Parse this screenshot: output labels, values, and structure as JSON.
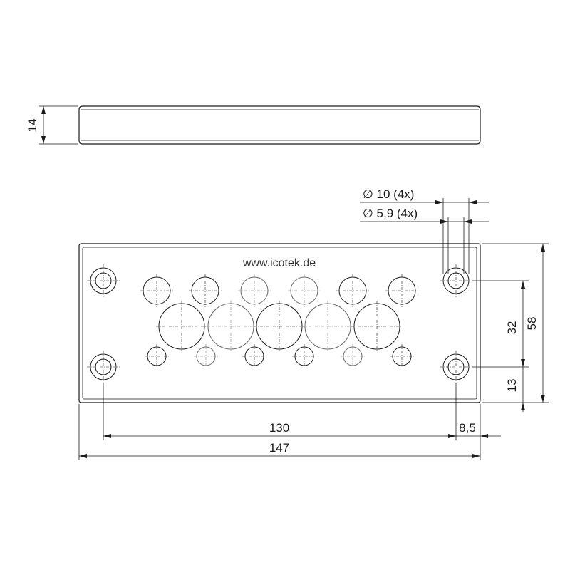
{
  "brand_text": "www.icotek.de",
  "dimensions": {
    "thickness": "14",
    "hole_large": "∅ 10 (4x)",
    "hole_small": "∅ 5,9 (4x)",
    "hole_pitch_horizontal": "130",
    "edge_offset": "8,5",
    "total_width": "147",
    "hole_pitch_vertical": "32",
    "bottom_offset": "13",
    "total_height": "58"
  }
}
